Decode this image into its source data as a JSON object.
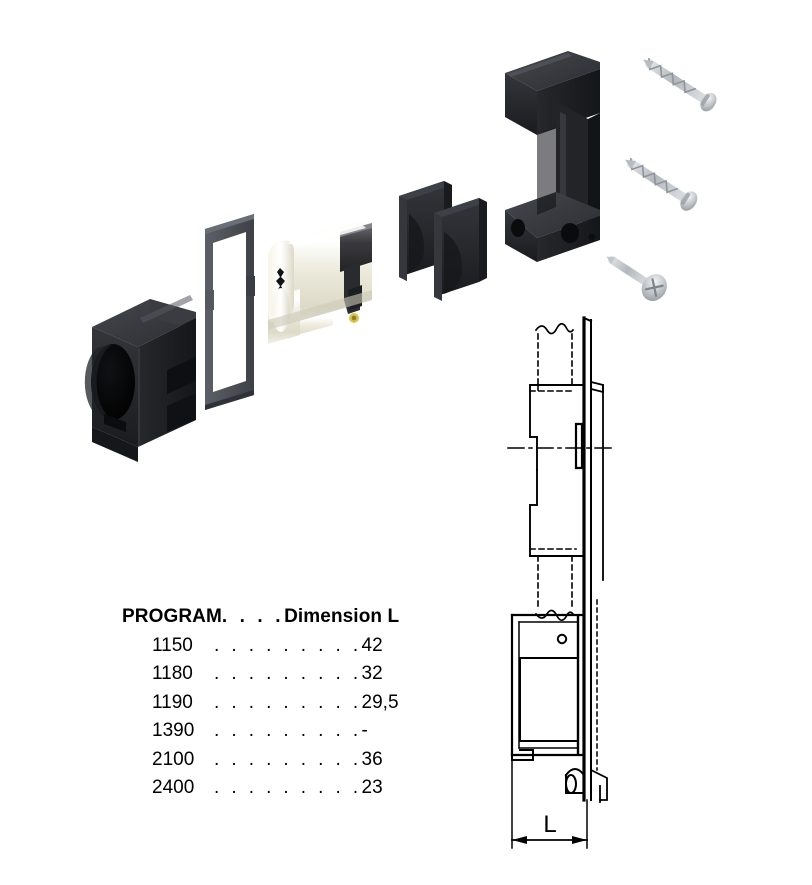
{
  "document": {
    "type": "product-exploded-assembly-diagram",
    "background_color": "#ffffff"
  },
  "table": {
    "header": {
      "left": "PROGRAM",
      "dots": ". . . .",
      "right": "Dimension L"
    },
    "rows": [
      {
        "program": "1150",
        "dots": ". . . . . . . . .",
        "value": "42"
      },
      {
        "program": "1180",
        "dots": ". . . . . . . . .",
        "value": "32"
      },
      {
        "program": "1190",
        "dots": ". . . . . . . . .",
        "value": "29,5"
      },
      {
        "program": "1390",
        "dots": ". . . . . . . . .",
        "value": "-"
      },
      {
        "program": "2100",
        "dots": ". . . . . . . . .",
        "value": "36"
      },
      {
        "program": "2400",
        "dots": ". . . . . . . . .",
        "value": "23"
      }
    ]
  },
  "drawing": {
    "dimension_label": "L",
    "line_color": "#000000",
    "centerline_style": "dash-dot",
    "hidden_line_style": "dashed",
    "break_line_style": "squiggle"
  },
  "parts": {
    "housing_block": {
      "name": "black-housing-block",
      "color": "#2f3136"
    },
    "gasket_frame": {
      "name": "gasket-frame-plate",
      "color": "#4c4f56"
    },
    "cylinder": {
      "name": "euro-profile-cylinder",
      "color": "#e8e6da",
      "cam_color": "#3a3a3c"
    },
    "cover_shell_left": {
      "name": "cover-half-shell-left",
      "color": "#26272b"
    },
    "cover_shell_right": {
      "name": "cover-half-shell-right",
      "color": "#26272b"
    },
    "bracket": {
      "name": "c-shaped-mounting-bracket",
      "color": "#1c1d21"
    },
    "wood_screw_upper": {
      "name": "wood-screw-upper",
      "color": "#b9bcc0"
    },
    "wood_screw_lower": {
      "name": "wood-screw-lower",
      "color": "#b9bcc0"
    },
    "machine_screw": {
      "name": "phillips-pan-head-screw",
      "color": "#c2c5c9"
    }
  }
}
